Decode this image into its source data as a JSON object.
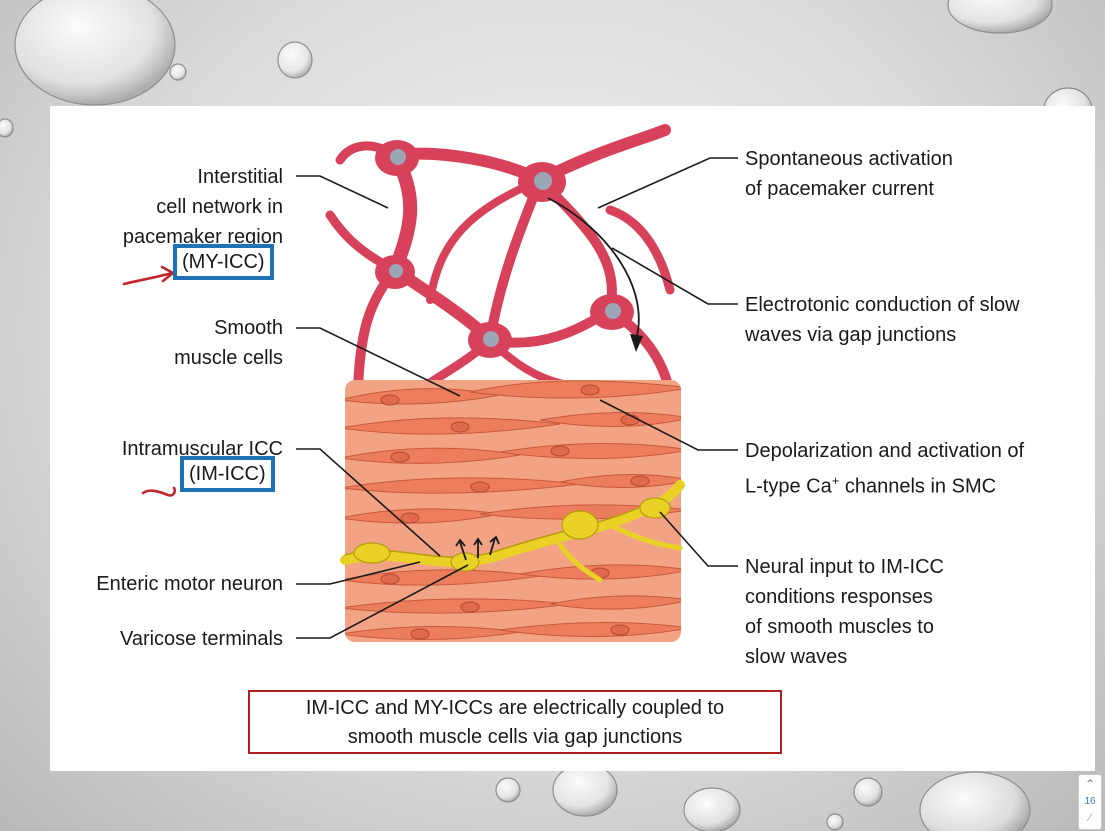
{
  "labels_left": {
    "interstitial": [
      "Interstitial",
      "cell network in",
      "pacemaker region"
    ],
    "my_icc": "(MY-ICC)",
    "smooth": [
      "Smooth",
      "muscle cells"
    ],
    "intramuscular": "Intramuscular ICC",
    "im_icc": "(IM-ICC)",
    "enteric": "Enteric motor neuron",
    "varicose": "Varicose terminals"
  },
  "labels_right": {
    "spontaneous": [
      "Spontaneous activation",
      "of pacemaker current"
    ],
    "electrotonic": [
      "Electrotonic conduction of slow",
      "waves via gap junctions"
    ],
    "depolarization_1": "Depolarization and activation of",
    "depolarization_2_pre": "L-type Ca",
    "depolarization_2_sup": "+",
    "depolarization_2_post": " channels in SMC",
    "neural": [
      "Neural input to IM-ICC",
      "conditions responses",
      "of smooth muscles to",
      "slow waves"
    ]
  },
  "caption": [
    "IM-ICC and MY-ICCs are electrically coupled to",
    "smooth muscle cells via gap junctions"
  ],
  "slide_number": "16",
  "colors": {
    "icc_network": "#d8415a",
    "smooth_muscle": "#ec7e5e",
    "neuron": "#e9d125",
    "highlight_box": "#1f72b8",
    "caption_border": "#b01e1e",
    "annotation_arrow": "#c0262c"
  }
}
